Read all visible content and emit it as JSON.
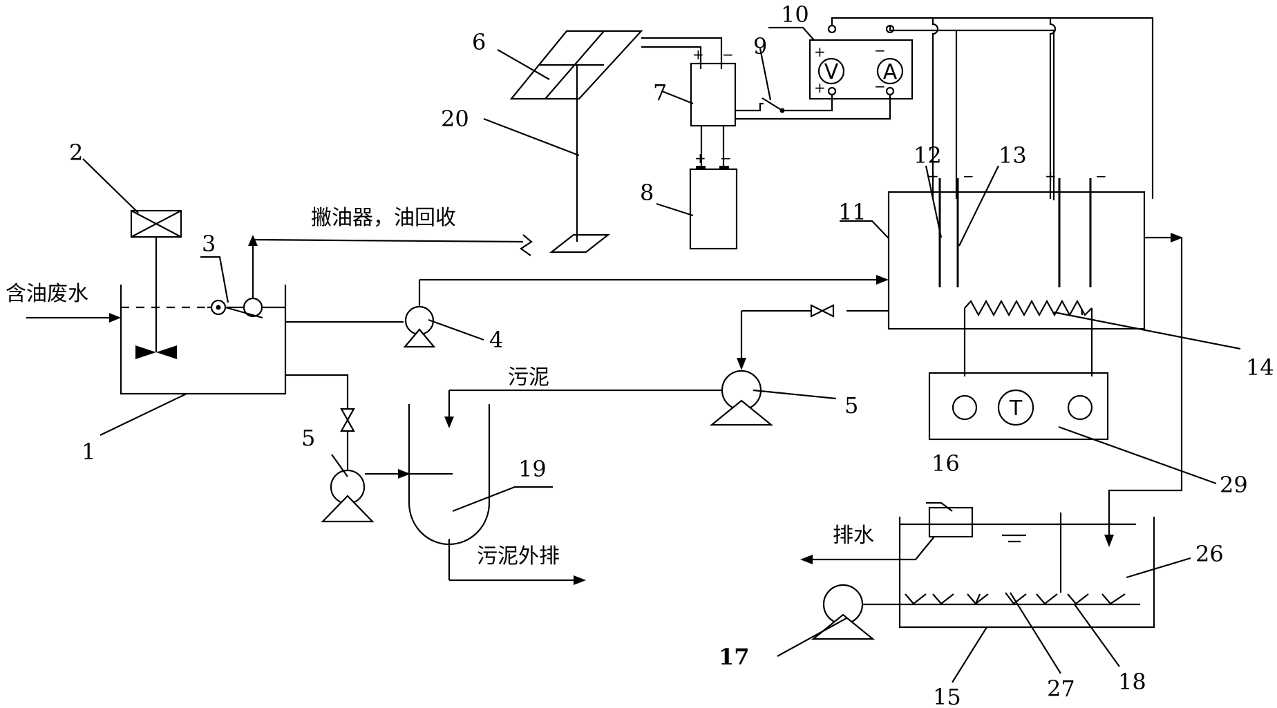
{
  "labels": {
    "oily_wastewater": "含油废水",
    "skimmer_oil_recovery": "撇油器，油回收",
    "sludge": "污泥",
    "sludge_discharge": "污泥外排",
    "drainage": "排水"
  },
  "components": {
    "c1": "1",
    "c2": "2",
    "c3": "3",
    "c4": "4",
    "c5a": "5",
    "c5b": "5",
    "c6": "6",
    "c7": "7",
    "c8": "8",
    "c9": "9",
    "c10": "10",
    "c11": "11",
    "c12": "12",
    "c13": "13",
    "c14": "14",
    "c15": "15",
    "c16": "16",
    "c17": "17",
    "c18": "18",
    "c19": "19",
    "c20": "20",
    "c26": "26",
    "c27": "27",
    "c29": "29"
  },
  "meters": {
    "voltmeter": "V",
    "ammeter": "A",
    "thermometer": "T"
  },
  "polarity": {
    "plus": "+",
    "minus": "−"
  }
}
